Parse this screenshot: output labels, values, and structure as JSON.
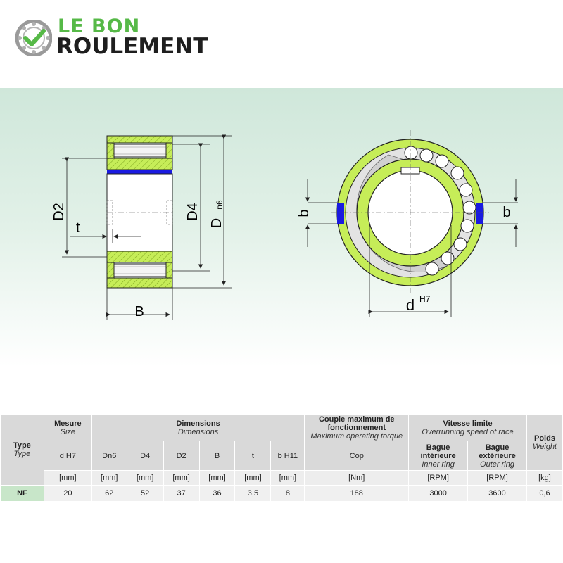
{
  "logo": {
    "line1": "LE BON",
    "line2": "ROULEMENT",
    "colors": {
      "green": "#56b947",
      "dark": "#1e1e1e"
    }
  },
  "drawing": {
    "labels": {
      "D2": "D2",
      "D4": "D4",
      "D": "D",
      "D_sub": "n6",
      "t": "t",
      "B": "B",
      "b_left": "b",
      "b_right": "b",
      "d": "d",
      "d_sup": "H7"
    },
    "colors": {
      "ring": "#c6ed58",
      "ring_dark": "#8fbf2e",
      "keyway": "#1a1ae0",
      "inner": "#e6e6e6"
    }
  },
  "table": {
    "type_header": "Type",
    "type_header_it": "Type",
    "mesure": "Mesure",
    "mesure_it": "Size",
    "dimensions": "Dimensions",
    "dimensions_it": "Dimensions",
    "couple": "Couple maximum de fonctionnement",
    "couple_it": "Maximum operating torque",
    "vitesse": "Vitesse limite",
    "vitesse_it": "Overrunning speed of race",
    "poids": "Poids",
    "poids_it": "Weight",
    "cols": {
      "dH7": "d H7",
      "Dn6": "Dn6",
      "D4": "D4",
      "D2": "D2",
      "B": "B",
      "t": "t",
      "bH11": "b  H11",
      "cop": "Cop"
    },
    "bague_int": "Bague intérieure",
    "bague_int_it": "Inner ring",
    "bague_ext": "Bague extérieure",
    "bague_ext_it": "Outer ring",
    "units": {
      "mm1": "[mm]",
      "mm2": "[mm]",
      "mm3": "[mm]",
      "mm4": "[mm]",
      "mm5": "[mm]",
      "mm6": "[mm]",
      "mm7": "[mm]",
      "nm": "[Nm]",
      "rpm1": "[RPM]",
      "rpm2": "[RPM]",
      "kg": "[kg]"
    },
    "row": {
      "type": "NF",
      "d": "20",
      "D": "62",
      "D4": "52",
      "D2": "37",
      "B": "36",
      "t": "3,5",
      "b": "8",
      "cop": "188",
      "inner": "3000",
      "outer": "3600",
      "weight": "0,6"
    }
  }
}
